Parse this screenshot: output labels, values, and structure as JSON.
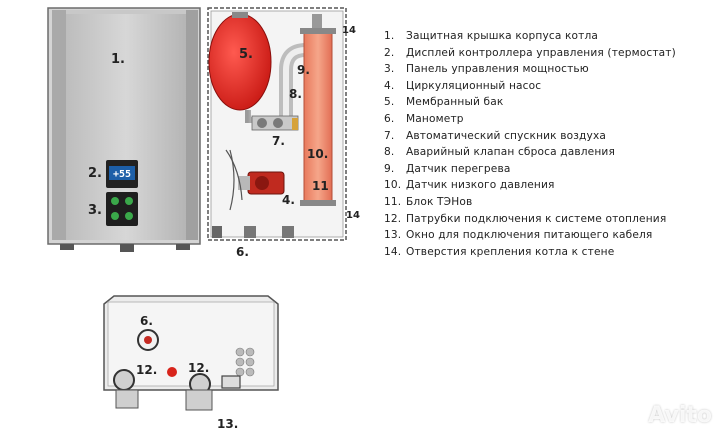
{
  "diagram": {
    "front_labels": {
      "l1": "1.",
      "l2": "2.",
      "l3": "3."
    },
    "display_value": "+55",
    "internal_labels": {
      "l5": "5.",
      "l9": "9.",
      "l8": "8.",
      "l7": "7.",
      "l10": "10.",
      "l11": "11",
      "l4": "4.",
      "l14_top": "14",
      "l14_bottom": "14",
      "l6": "6."
    },
    "bottom_labels": {
      "l6": "6.",
      "l12_left": "12.",
      "l12_right": "12.",
      "l13": "13."
    }
  },
  "legend": [
    {
      "num": "1.",
      "text": "Защитная крышка корпуса котла"
    },
    {
      "num": "2.",
      "text": "Дисплей контроллера управления (термостат)"
    },
    {
      "num": "3.",
      "text": "Панель управления мощностью"
    },
    {
      "num": "4.",
      "text": "Циркуляционный насос"
    },
    {
      "num": "5.",
      "text": "Мембранный бак"
    },
    {
      "num": "6.",
      "text": "Манометр"
    },
    {
      "num": "7.",
      "text": "Автоматический спускник воздуха"
    },
    {
      "num": "8.",
      "text": "Аварийный клапан сброса давления"
    },
    {
      "num": "9.",
      "text": "Датчик перегрева"
    },
    {
      "num": "10.",
      "text": "Датчик низкого давления"
    },
    {
      "num": "11.",
      "text": "Блок ТЭНов"
    },
    {
      "num": "12.",
      "text": "Патрубки подключения к системе отопления"
    },
    {
      "num": "13.",
      "text": "Окно для подключения питающего кабеля"
    },
    {
      "num": "14.",
      "text": "Отверстия крепления котла к стене"
    }
  ],
  "watermark": "Avito",
  "colors": {
    "tank_red": "#e0221c",
    "display_blue": "#1d5fa8",
    "heater_orange": "#f08a5d"
  }
}
